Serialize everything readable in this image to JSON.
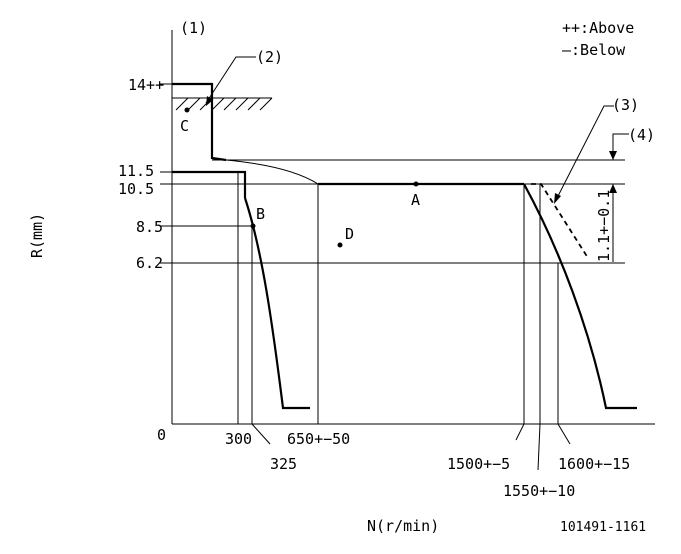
{
  "diagram": {
    "legend_above": "++:Above",
    "legend_below": "—:Below",
    "callouts": {
      "c1": "(1)",
      "c2": "(2)",
      "c3": "(3)",
      "c4": "(4)"
    },
    "y_axis_label": "R(mm)",
    "x_axis_label": "N(r/min)",
    "y_ticks": [
      "14++",
      "11.5",
      "10.5",
      "8.5",
      "6.2"
    ],
    "origin": "0",
    "x_ticks": [
      "300",
      "325",
      "650+−50",
      "1500+−5",
      "1550+−10",
      "1600+−15"
    ],
    "points": {
      "a": "A",
      "b": "B",
      "c": "C",
      "d": "D"
    },
    "tolerance": "1.1+−0.1",
    "drawing_number": "101491-1161"
  }
}
